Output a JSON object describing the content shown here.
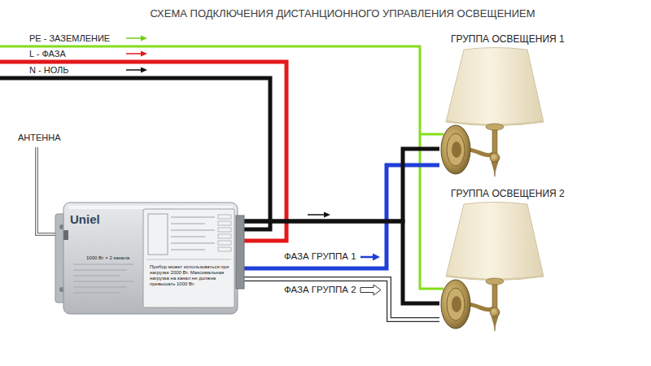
{
  "diagram": {
    "title": "СХЕМА ПОДКЛЮЧЕНИЯ ДИСТАНЦИОННОГО УПРАВЛЕНИЯ ОСВЕЩЕНИЕМ",
    "nodes": [
      {
        "text": [
          "Uniel",
          "1000 Вт × 2 канала",
          "Прибор может использоваться при нагрузке 2000 Вт. Максимальная нагрузка на канал не должна превышать 1000 Вт."
        ]
      },
      {
        "text": [
          "ГРУППА ОСВЕЩЕНИЯ 1"
        ]
      },
      {
        "text": [
          "ГРУППА ОСВЕЩЕНИЯ 2"
        ]
      }
    ],
    "edges": [
      {
        "from": 0,
        "to": 1,
        "label": "ФАЗА ГРУППА 1",
        "arrow": "none"
      },
      {
        "from": 0,
        "to": 2,
        "label": "ФАЗА ГРУППА 2",
        "arrow": "none"
      },
      {
        "from": 0,
        "to": 1,
        "arrow": "none"
      },
      {
        "from": 0,
        "to": 2,
        "arrow": "none"
      }
    ],
    "labels": [
      "PE - ЗАЗЕМЛЕНИЕ",
      "L - ФАЗА",
      "N - НОЛЬ",
      "АНТЕННА"
    ]
  }
}
